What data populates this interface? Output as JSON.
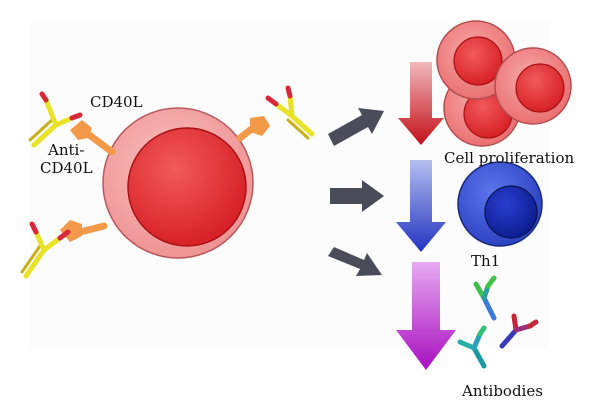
{
  "labels": {
    "cd40l": "CD40L",
    "anti_cd40l_line1": "Anti-",
    "anti_cd40l_line2": "CD40L",
    "cell_proliferation": "Cell proliferation",
    "th1": "Th1",
    "antibodies": "Antibodies"
  },
  "colors": {
    "cell_outer": "#f3a2a2",
    "cell_nucleus": "#e8272a",
    "arrow_red": "#c4141b",
    "arrow_blue": "#2b3fc4",
    "arrow_purple": "#b21fc0",
    "th1_outer": "#3b52d6",
    "th1_inner": "#1024a8",
    "cd40l_orange": "#f39a4a",
    "antibody_yellow": "#e9e327",
    "antibody_red": "#d8283b",
    "dark_arrow": "#4a4d59"
  }
}
